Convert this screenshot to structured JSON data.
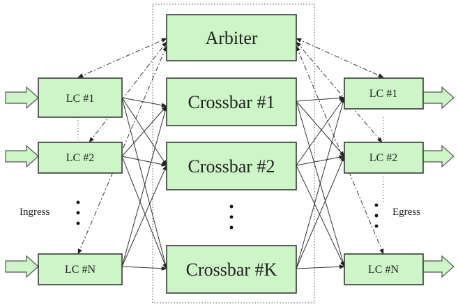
{
  "arbiter": {
    "label": "Arbiter"
  },
  "crossbars": [
    {
      "label": "Crossbar #1"
    },
    {
      "label": "Crossbar #2"
    },
    {
      "label": "Crossbar #K"
    }
  ],
  "ingress": {
    "label": "Ingress",
    "line_cards": [
      {
        "label": "LC #1"
      },
      {
        "label": "LC #2"
      },
      {
        "label": "LC #N"
      }
    ]
  },
  "egress": {
    "label": "Egress",
    "line_cards": [
      {
        "label": "LC #1"
      },
      {
        "label": "LC #2"
      },
      {
        "label": "LC #N"
      }
    ]
  }
}
